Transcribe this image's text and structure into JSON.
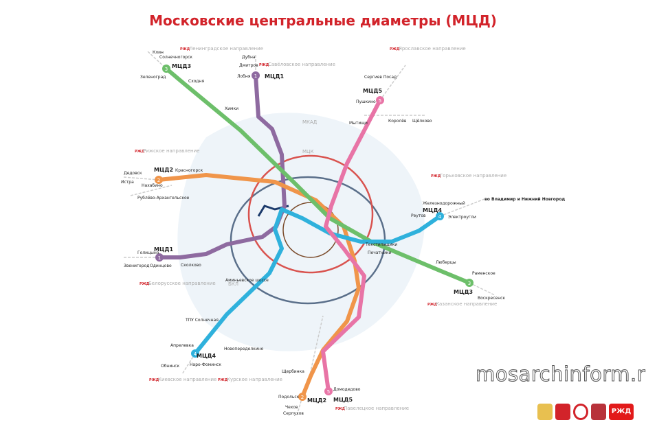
{
  "title": "Московские центральные диаметры (МЦД)",
  "watermark": "mosarchinform.ru",
  "colors": {
    "mcd1": "#8e6aa0",
    "mcd2": "#f0954a",
    "mcd3": "#6dbf6a",
    "mcd4": "#2fb1dc",
    "mcd5": "#e874a6",
    "mck": "#d9534f",
    "bkl": "#5a6f8a",
    "title": "#d2232a"
  },
  "lines": [
    {
      "id": "mcd1",
      "label": "МЦД1",
      "number": "1",
      "ends": [
        "Лобня",
        "Одинцово"
      ]
    },
    {
      "id": "mcd2",
      "label": "МЦД2",
      "number": "2",
      "ends": [
        "Нахабино",
        "Подольск"
      ]
    },
    {
      "id": "mcd3",
      "label": "МЦД3",
      "number": "3",
      "ends": [
        "Зеленоград",
        "Раменское"
      ]
    },
    {
      "id": "mcd4",
      "label": "МЦД4",
      "number": "4",
      "ends": [
        "Апрелевка",
        "Железнодорожный"
      ]
    },
    {
      "id": "mcd5",
      "label": "МЦД5",
      "number": "5",
      "ends": [
        "Пушкино",
        "Домодедово"
      ]
    }
  ],
  "ring_labels": {
    "mck": "МЦК",
    "bkl": "БКЛ",
    "mkad": "МКАД"
  },
  "stations": {
    "klin": "Клин",
    "solnechnogorsk": "Солнечногорск",
    "zelenograd": "Зеленоград",
    "skhodnya": "Сходня",
    "khimki": "Химки",
    "dubna": "Дубна",
    "dmitrov": "Дмитров",
    "lobnya": "Лобня",
    "sergiev": "Сергиев Посад",
    "pushkino": "Пушкино",
    "mytishchi": "Мытищи",
    "korolev": "Королёв",
    "shchelkovo": "Щёлково",
    "dedovsk": "Дедовск",
    "istra": "Истра",
    "krasnogorsk": "Красногорск",
    "nakhabino": "Нахабино",
    "rublevo": "Рублёво-Архангельское",
    "golitsyno": "Голицыно",
    "zvenigorod": "Звенигород",
    "odintsovo": "Одинцово",
    "skolkovo": "Сколково",
    "aminevskoe": "Аминьевское шоссе",
    "solntsevo": "ТПУ Солнечная",
    "aprelevka": "Апрелевка",
    "obninsk": "Обнинск",
    "naro": "Наро-Фоминск",
    "novoperedelkino": "Новопеределкино",
    "shcherbinka": "Щербинка",
    "podolsk": "Подольск",
    "chekhov": "Чехов",
    "serpukhov": "Серпухов",
    "domodedovo": "Домодедово",
    "zheleznodorozhny": "Железнодорожный",
    "reutov": "Реутов",
    "elektrougli": "Электроугли",
    "lyubertsy": "Люберцы",
    "ramenskoe": "Раменское",
    "voskresensk": "Воскресенск",
    "tekstilshchiki": "Текстильщики",
    "pechatniki": "Печатники"
  },
  "directions": {
    "leningrad": "Ленинградское направление",
    "savelovo": "Савёловское направление",
    "yaroslavl": "Ярославское направление",
    "riga": "Рижское направление",
    "gorky": "Горьковское направление",
    "belarus": "Белорусское направление",
    "kazan": "Казанское направление",
    "kiev": "Киевское направление",
    "kursk": "Курское направление",
    "paveletsky": "Павелецкое направление",
    "vladimir": "во Владимир и Нижний Новгород"
  },
  "rzd": "РЖД"
}
